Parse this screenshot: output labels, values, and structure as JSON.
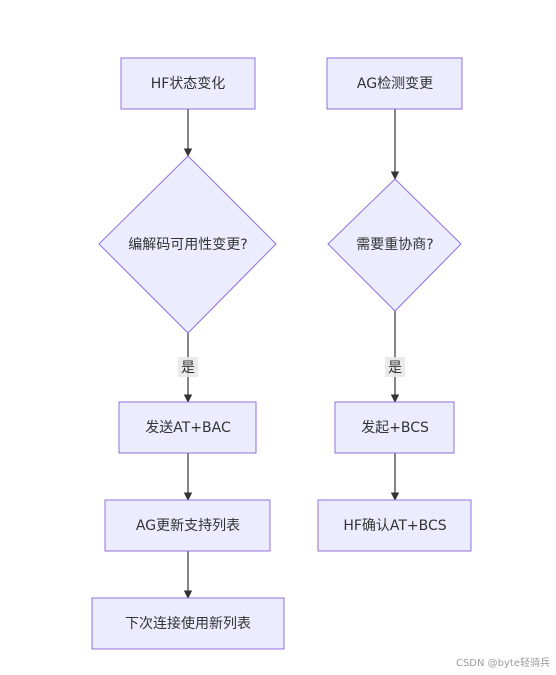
{
  "nodes": {
    "hf_state_change": "HF状态变化",
    "codec_changed": "编解码可用性变更?",
    "send_at_bac": "发送AT+BAC",
    "ag_update_list": "AG更新支持列表",
    "next_connection": "下次连接使用新列表",
    "ag_detect_change": "AG检测变更",
    "need_renegotiate": "需要重协商?",
    "start_bcs": "发起+BCS",
    "hf_confirm_bcs": "HF确认AT+BCS"
  },
  "edges": {
    "left_yes": "是",
    "right_yes": "是"
  },
  "watermark": "CSDN @byte轻骑兵"
}
